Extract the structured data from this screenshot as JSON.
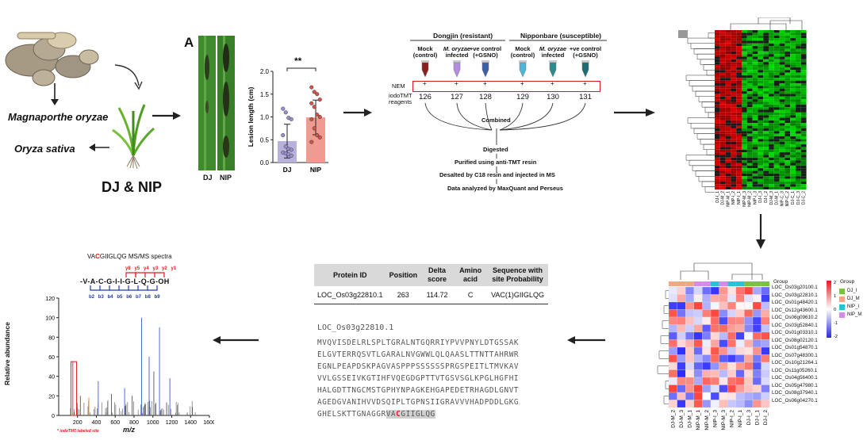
{
  "panel1": {
    "organism_fungus": "Magnaporthe oryzae",
    "organism_plant": "Oryza sativa",
    "cultivars": "DJ & NIP"
  },
  "panel_A": {
    "letter": "A",
    "leaf_labels": [
      "DJ",
      "NIP"
    ],
    "significance": "**"
  },
  "chart_data": {
    "type": "bar",
    "categories": [
      "DJ",
      "NIP"
    ],
    "values": [
      0.47,
      0.99
    ],
    "errors": [
      0.37,
      0.38
    ],
    "points": {
      "DJ": [
        1.18,
        1.1,
        0.98,
        0.95,
        0.6,
        0.35,
        0.3,
        0.28,
        0.22,
        0.2,
        0.18,
        0.15
      ],
      "NIP": [
        1.65,
        1.55,
        1.5,
        1.38,
        1.3,
        1.22,
        1.05,
        1.0,
        0.95,
        0.75,
        0.6,
        0.55,
        0.45
      ]
    },
    "ylabel": "Lesion length (cm)",
    "ylim": [
      0,
      2.0
    ],
    "yticks": [
      "0.0",
      "0.5",
      "1.0",
      "1.5",
      "2.0"
    ],
    "colors": {
      "DJ": "#b7b1dc",
      "NIP": "#f19a92"
    }
  },
  "workflow": {
    "group1": "Dongjin (resistant)",
    "group2": "Nipponbare (susceptible)",
    "conditions": [
      {
        "line1": "Mock",
        "line2": "(control)",
        "tag": "126",
        "color": "#8b1e1e"
      },
      {
        "line1": "M. oryzae",
        "line2": "infected",
        "tag": "127",
        "color": "#b38ee0",
        "italic": true
      },
      {
        "line1": "+ve control",
        "line2": "(+GSNO)",
        "tag": "128",
        "color": "#3c5fa8"
      },
      {
        "line1": "Mock",
        "line2": "(control)",
        "tag": "129",
        "color": "#4fb7d6"
      },
      {
        "line1": "M. oryzae",
        "line2": "infected",
        "tag": "130",
        "color": "#2b8a8e",
        "italic": true
      },
      {
        "line1": "+ve control",
        "line2": "(+GSNO)",
        "tag": "131",
        "color": "#1d6d74"
      }
    ],
    "nem": "NEM",
    "iodo_line1": "iodoTMT",
    "iodo_line2": "reagents",
    "steps": [
      "Combined",
      "Digested",
      "Purified using anti-TMT resin",
      "Desalted by C18 resin and injected in MS",
      "Data analyzed by MaxQuant and Perseus"
    ]
  },
  "big_heatmap": {
    "columns": [
      "DJ-I_1",
      "DJ-M_2",
      "NIP-M_1",
      "NIP-I_2",
      "NIP-I_1",
      "NIP-M_3",
      "NIP-M_2",
      "NIP-I_3",
      "DJ-I_3",
      "DJ-I_2",
      "DJ-M_3",
      "DJ-M_1",
      "NIP-C_3",
      "NIP-C_2",
      "DJ-C_1",
      "DJ-C_3",
      "DJ-C_2"
    ]
  },
  "small_heatmap": {
    "rows": [
      "LOC_Os03g20100.1",
      "LOC_Os03g22810.1",
      "LOC_Os01g48420.1",
      "LOC_Os12g43600.1",
      "LOC_Os06g09610.2",
      "LOC_Os03g52840.1",
      "LOC_Os01g03310.1",
      "LOC_Os08g02120.1",
      "LOC_Os01g54870.1",
      "LOC_Os07g48300.1",
      "LOC_Os10g21264.1",
      "LOC_Os11g05260.1",
      "LOC_Os04g56400.1",
      "LOC_Os05g47980.1",
      "LOC_Os08g37940.1",
      "LOC_Os06g04270.1"
    ],
    "columns": [
      "DJ-M_2",
      "DJ-M_3",
      "DJ-M_1",
      "NIP-M_1",
      "NIP-M_2",
      "NIP-I_3",
      "NIP-M_3",
      "NIP-I_2",
      "NIP-I_1",
      "DJ-I_3",
      "DJ-I_1",
      "DJ-I_2"
    ],
    "group_label": "Group",
    "legend_title": "Group",
    "legend": [
      {
        "name": "DJ_I",
        "color": "#7cc242"
      },
      {
        "name": "DJ_M",
        "color": "#f4a582"
      },
      {
        "name": "NIP_I",
        "color": "#27c3d6"
      },
      {
        "name": "NIP_M",
        "color": "#d58be7"
      }
    ],
    "scale_ticks": [
      "2",
      "1",
      "0",
      "-1",
      "-2"
    ]
  },
  "protein_table": {
    "headers": [
      "Protein ID",
      "Position",
      "Delta score",
      "Amino acid",
      "Sequence with site Probability"
    ],
    "row": [
      "LOC_Os03g22810.1",
      "263",
      "114.72",
      "C",
      "VAC(1)GIIGLQG"
    ]
  },
  "sequence": {
    "title": "LOC_Os03g22810.1",
    "lines": [
      "MVQVISDELRLSPLTGRALNTGQRRIYPVVPNYLDTGSSAK",
      "ELGVTERRQSVTLGARALNVGWWLQLQAASLTTNTTAHRWR",
      "EGNLPEAPDSKPAGVASPPPSSSSSSPRGSPEITLTMVKAV",
      "VVLGSSEIVKGTIHFVQEGDGPTTVTGSVSGLKPGLHGFHI",
      "HALGDTTNGCMSTGPHYNPAGKEHGAPEDETRHAGDLGNVT",
      "AGEDGVANIHVVDSQIPLTGPNSIIGRAVVVHADPDDLGKG"
    ],
    "last_prefix": "GHELSKTTGNAGGR",
    "last_hl_a": "VA",
    "last_hl_c": "C",
    "last_hl_b": "GIIGLQG"
  },
  "spectrum": {
    "title": "VACGIIGLQG MS/MS spectra",
    "peptide": "-V-A-C-G-I-I-G-L-Q-G-OH",
    "y_ions": [
      "y8",
      "y5",
      "y4",
      "y3",
      "y2",
      "y1"
    ],
    "b_ions": [
      "b2",
      "b3",
      "b4",
      "b5",
      "b6",
      "b7",
      "b8",
      "b9"
    ],
    "xlabel": "m/z",
    "ylabel": "Relative abundance",
    "xticks": [
      "200",
      "400",
      "600",
      "800",
      "1000",
      "1200",
      "1400",
      "1600"
    ],
    "yticks": [
      "0",
      "20",
      "40",
      "60",
      "80",
      "100",
      "120"
    ],
    "footnote": "* iodoTMT-labeled site"
  }
}
